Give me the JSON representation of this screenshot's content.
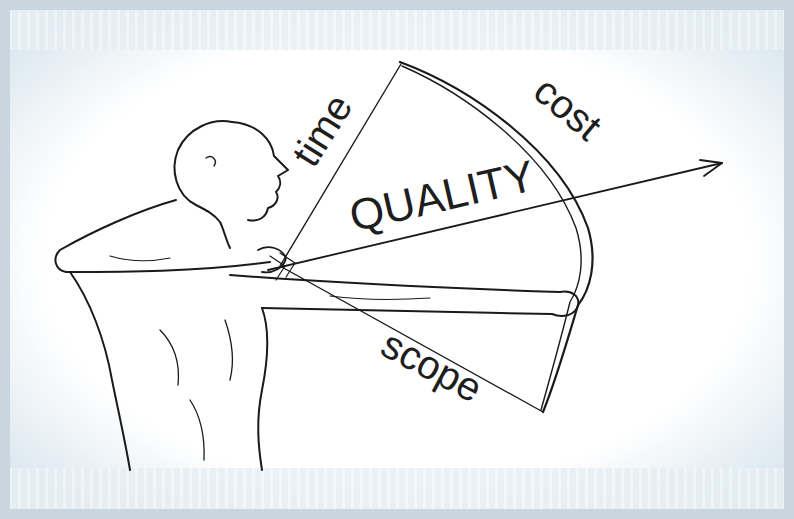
{
  "diagram": {
    "labels": [
      "time",
      "cost",
      "QUALITY",
      "scope"
    ]
  }
}
